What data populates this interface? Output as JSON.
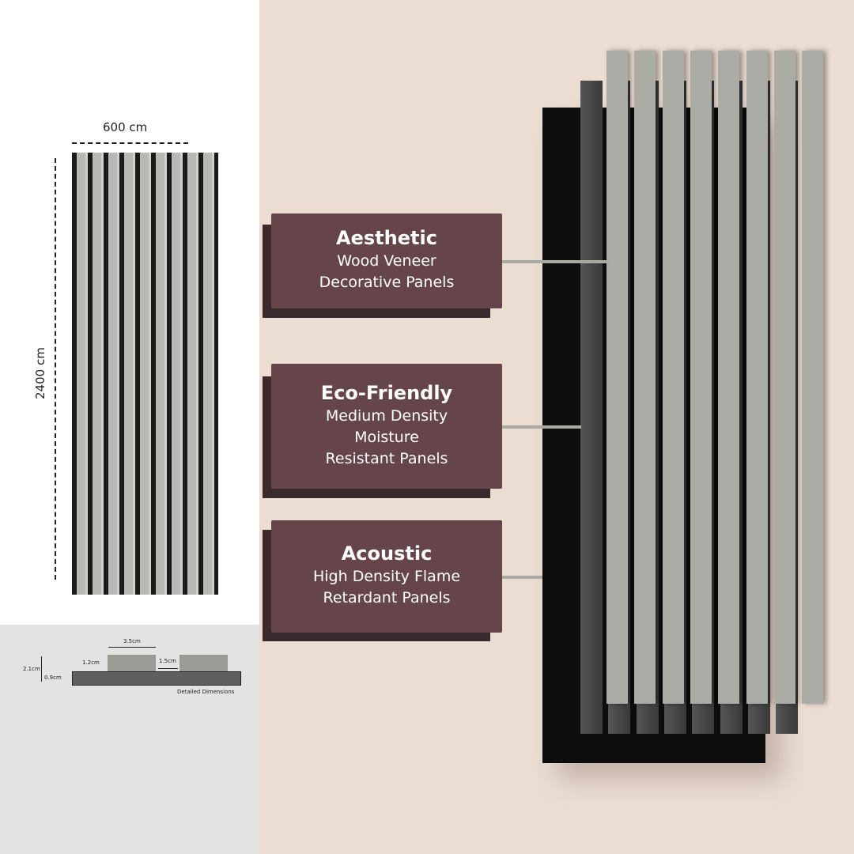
{
  "dimensions": {
    "width_label": "600 cm",
    "height_label": "2400 cm"
  },
  "detail": {
    "slat_width": "3.5cm",
    "slat_height": "1.2cm",
    "gap": "1.5cm",
    "total_height": "2.1cm",
    "base_height": "0.9cm",
    "caption": "Detailed Dimensions"
  },
  "features": [
    {
      "title": "Aesthetic",
      "lines": [
        "Wood Veneer",
        "Decorative Panels"
      ]
    },
    {
      "title": "Eco-Friendly",
      "lines": [
        "Medium Density",
        "Moisture",
        "Resistant Panels"
      ]
    },
    {
      "title": "Acoustic",
      "lines": [
        "High Density Flame",
        "Retardant Panels"
      ]
    }
  ],
  "colors": {
    "card": "#66454a",
    "slat": "#abaca6",
    "backing": "#0d0d0d"
  }
}
